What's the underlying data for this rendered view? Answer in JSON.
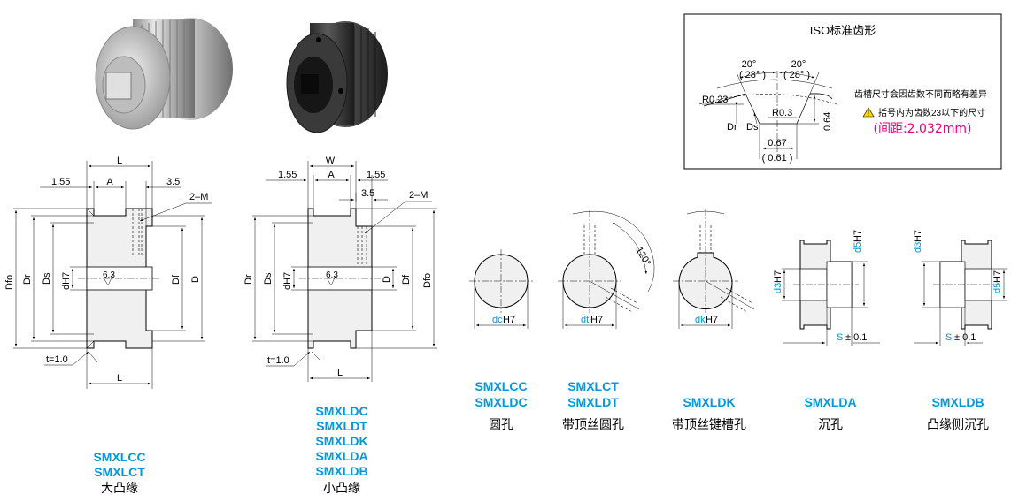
{
  "iso_box": {
    "title": "ISO标准齿形",
    "angle_left": "20°",
    "angle_left_sub": "( 28° )",
    "angle_right": "20°",
    "angle_right_sub": "( 28° )",
    "r023": "R0.23",
    "r03": "R0.3",
    "dr": "Dr",
    "ds": "Ds",
    "d067": "0.67",
    "d061": "( 0.61 )",
    "d064": "0.64",
    "note1": "齿槽尺寸会因齿数不同而略有差异",
    "note2": "括号内为齿数23以下的尺寸",
    "pitch": "(间距:2.032mm)"
  },
  "big_flange": {
    "L_top": "L",
    "d155": "1.55",
    "A": "A",
    "d35": "3.5",
    "m2": "2–M",
    "dfo": "Dfo",
    "dr": "Dr",
    "ds": "Ds",
    "dh7": "dH7",
    "df": "Df",
    "D": "D",
    "rough": "6.3",
    "t": "t=1.0",
    "L_bot": "L",
    "codes": [
      "SMXLCC",
      "SMXLCT"
    ],
    "caption": "大凸缘"
  },
  "small_flange": {
    "W": "W",
    "d155a": "1.55",
    "A": "A",
    "d155b": "1.55",
    "d35": "3.5",
    "m2": "2–M",
    "dr": "Dr",
    "ds": "Ds",
    "dh7": "dH7",
    "rough": "6.3",
    "D": "D",
    "df": "Df",
    "dfo": "Dfo",
    "t": "t=1.0",
    "L_bot": "L",
    "codes": [
      "SMXLDC",
      "SMXLDT",
      "SMXLDK",
      "SMXLDA",
      "SMXLDB"
    ],
    "caption": "小凸缘"
  },
  "bore1": {
    "label_d": "dc",
    "label_h": "H7",
    "codes": [
      "SMXLCC",
      "SMXLDC"
    ],
    "caption": "圆孔"
  },
  "bore2": {
    "label_d": "dt",
    "label_h": "H7",
    "angle": "120°",
    "codes": [
      "SMXLCT",
      "SMXLDT"
    ],
    "caption": "带顶丝圆孔"
  },
  "bore3": {
    "label_d": "dk",
    "label_h": "H7",
    "codes": [
      "SMXLDK"
    ],
    "caption": "带顶丝键槽孔"
  },
  "bore4": {
    "label_d1": "d3",
    "label_h1": "H7",
    "label_d2": "d5",
    "label_h2": "H7",
    "label_s": "S",
    "label_tol": "± 0.1",
    "codes": [
      "SMXLDA"
    ],
    "caption": "沉孔"
  },
  "bore5": {
    "label_d1": "d3",
    "label_h1": "H7",
    "label_d2": "d5",
    "label_h2": "H7",
    "label_s": "S",
    "label_tol": "± 0.1",
    "codes": [
      "SMXLDB"
    ],
    "caption": "凸缘侧沉孔"
  },
  "photos": {
    "photo1": "aluminum-pulley-photo",
    "photo2": "black-pulley-photo"
  }
}
